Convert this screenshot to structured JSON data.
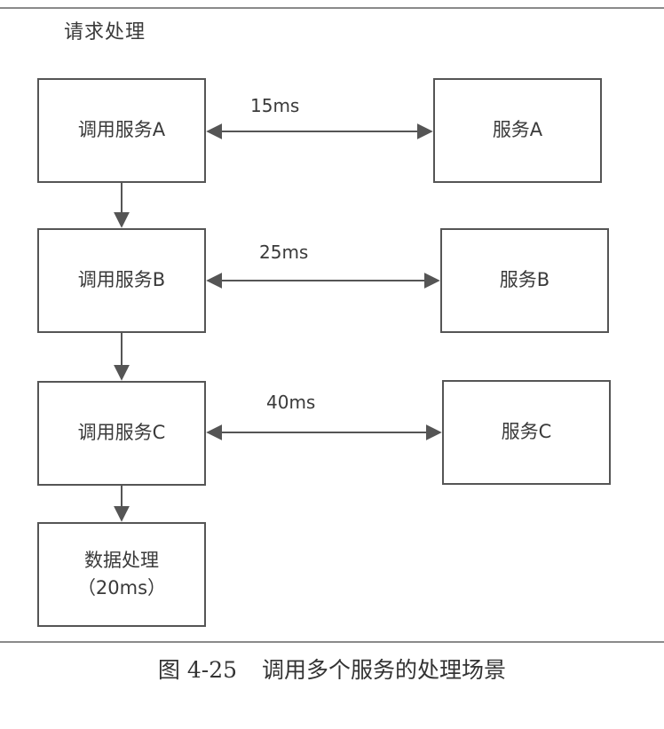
{
  "title": "请求处理",
  "callers": [
    {
      "label": "调用服务A"
    },
    {
      "label": "调用服务B"
    },
    {
      "label": "调用服务C"
    }
  ],
  "services": [
    {
      "label": "服务A"
    },
    {
      "label": "服务B"
    },
    {
      "label": "服务C"
    }
  ],
  "latencies": [
    "15ms",
    "25ms",
    "40ms"
  ],
  "processing": {
    "line1": "数据处理",
    "line2": "（20ms）"
  },
  "caption": {
    "number": "图 4-25",
    "text": "调用多个服务的处理场景"
  }
}
